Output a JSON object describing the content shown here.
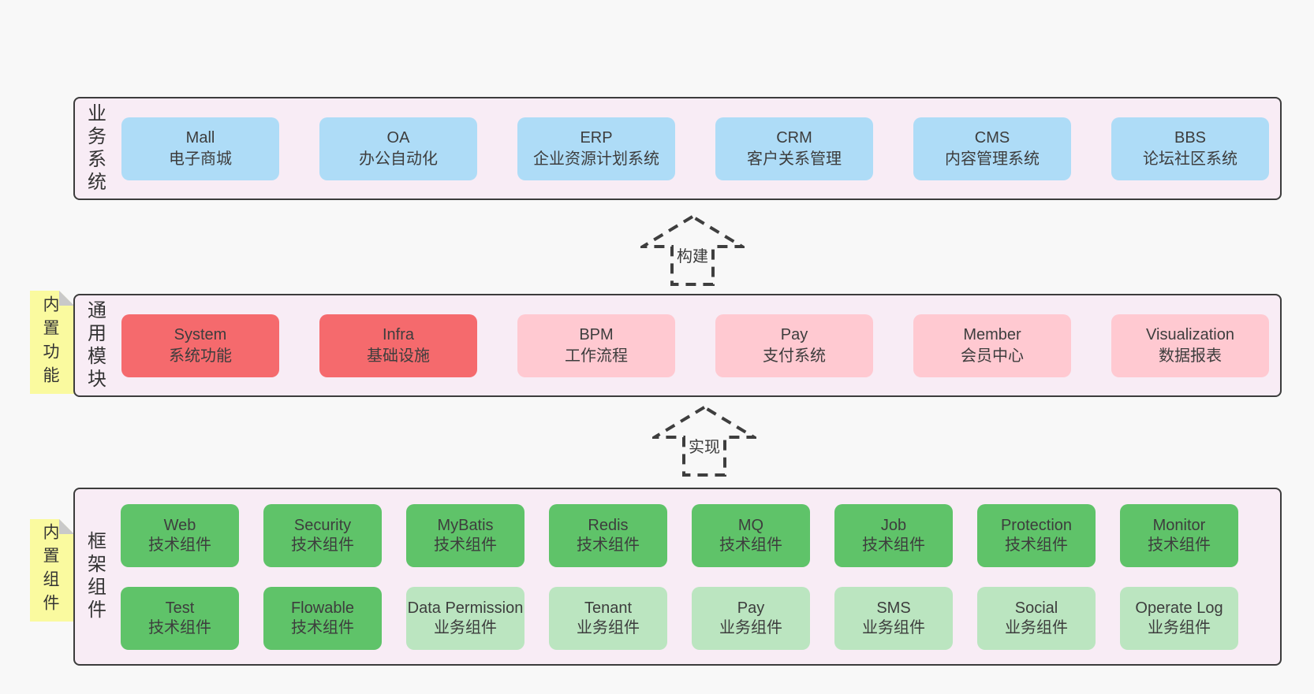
{
  "colors": {
    "page_bg": "#f8f8f8",
    "layer_bg": "#f8ecf5",
    "layer_border": "#3c3c3c",
    "blue_box": "#aedcf7",
    "red_box": "#f56a6d",
    "pink_box": "#ffc9d1",
    "green_box": "#5fc369",
    "light_green_box": "#bbe5c0",
    "yellow_tab": "#fafa9f",
    "tab_fold": "#c9c9c9",
    "text": "#3d3d3d"
  },
  "layers": [
    {
      "id": "business-systems",
      "label_vertical": "业务系统",
      "boxes": [
        {
          "en": "Mall",
          "zh": "电子商城",
          "type": "blue"
        },
        {
          "en": "OA",
          "zh": "办公自动化",
          "type": "blue"
        },
        {
          "en": "ERP",
          "zh": "企业资源计划系统",
          "type": "blue"
        },
        {
          "en": "CRM",
          "zh": "客户关系管理",
          "type": "blue"
        },
        {
          "en": "CMS",
          "zh": "内容管理系统",
          "type": "blue"
        },
        {
          "en": "BBS",
          "zh": "论坛社区系统",
          "type": "blue"
        }
      ]
    },
    {
      "id": "common-modules",
      "label_vertical": "通用模块",
      "tab": "内置功能",
      "boxes": [
        {
          "en": "System",
          "zh": "系统功能",
          "type": "red"
        },
        {
          "en": "Infra",
          "zh": "基础设施",
          "type": "red"
        },
        {
          "en": "BPM",
          "zh": "工作流程",
          "type": "pink"
        },
        {
          "en": "Pay",
          "zh": "支付系统",
          "type": "pink"
        },
        {
          "en": "Member",
          "zh": "会员中心",
          "type": "pink"
        },
        {
          "en": "Visualization",
          "zh": "数据报表",
          "type": "pink"
        }
      ]
    },
    {
      "id": "framework-components",
      "label_vertical": "框架组件",
      "tab": "内置组件",
      "rows": [
        [
          {
            "en": "Web",
            "zh": "技术组件",
            "type": "green"
          },
          {
            "en": "Security",
            "zh": "技术组件",
            "type": "green"
          },
          {
            "en": "MyBatis",
            "zh": "技术组件",
            "type": "green"
          },
          {
            "en": "Redis",
            "zh": "技术组件",
            "type": "green"
          },
          {
            "en": "MQ",
            "zh": "技术组件",
            "type": "green"
          },
          {
            "en": "Job",
            "zh": "技术组件",
            "type": "green"
          },
          {
            "en": "Protection",
            "zh": "技术组件",
            "type": "green"
          },
          {
            "en": "Monitor",
            "zh": "技术组件",
            "type": "green"
          }
        ],
        [
          {
            "en": "Test",
            "zh": "技术组件",
            "type": "green"
          },
          {
            "en": "Flowable",
            "zh": "技术组件",
            "type": "green"
          },
          {
            "en": "Data Permission",
            "zh": "业务组件",
            "type": "light-green"
          },
          {
            "en": "Tenant",
            "zh": "业务组件",
            "type": "light-green"
          },
          {
            "en": "Pay",
            "zh": "业务组件",
            "type": "light-green"
          },
          {
            "en": "SMS",
            "zh": "业务组件",
            "type": "light-green"
          },
          {
            "en": "Social",
            "zh": "业务组件",
            "type": "light-green"
          },
          {
            "en": "Operate Log",
            "zh": "业务组件",
            "type": "light-green"
          }
        ]
      ]
    }
  ],
  "arrows": [
    {
      "label": "构建"
    },
    {
      "label": "实现"
    }
  ]
}
